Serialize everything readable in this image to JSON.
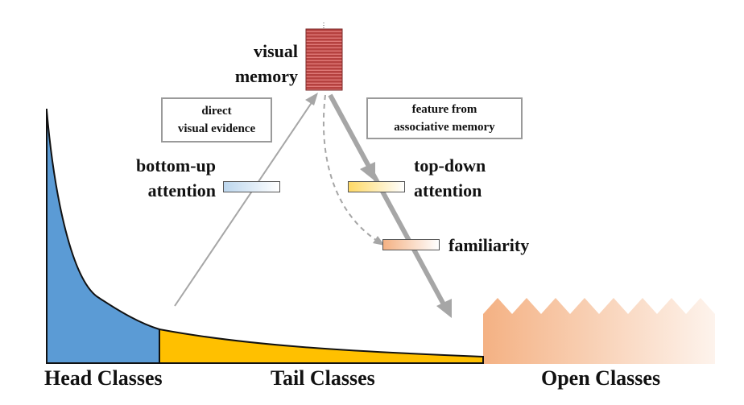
{
  "labels": {
    "visual_memory": [
      "visual",
      "memory"
    ],
    "direct_visual_evidence": [
      "direct",
      "visual evidence"
    ],
    "feature_from_associative_memory": [
      "feature from",
      "associative memory"
    ],
    "bottom_up_attention": [
      "bottom-up",
      "attention"
    ],
    "top_down_attention": [
      "top-down",
      "attention"
    ],
    "familiarity": "familiarity",
    "head_classes": "Head Classes",
    "tail_classes": "Tail Classes",
    "open_classes": "Open Classes"
  },
  "colors": {
    "head": "#5b9bd5",
    "tail": "#ffc000",
    "open": "#f4b183",
    "memory": "#b5413f",
    "arrow": "#a6a6a6",
    "bottom_up_bar": "#bdd7ee",
    "top_down_bar": "#ffd966",
    "familiarity_bar": "#f4b183"
  }
}
